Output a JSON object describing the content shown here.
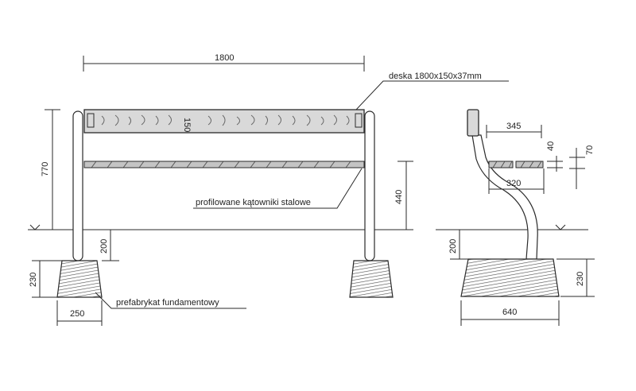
{
  "drawing": {
    "dimensions": {
      "overall_length": "1800",
      "total_height": "770",
      "seat_height": "440",
      "above_ground": "200",
      "foundation_height": "230",
      "foundation_width": "250",
      "back_offset": "345",
      "slat_thickness": "40",
      "seat_thickness": "70",
      "seat_depth": "320",
      "base_width": "640",
      "side_foundation_height": "230",
      "side_above_ground": "200"
    },
    "labels": {
      "board": "deska 1800x150x37mm",
      "angles": "profilowane kątowniki stalowe",
      "foundation": "prefabrykat fundamentowy"
    },
    "marks": {
      "board_center": "150"
    }
  }
}
